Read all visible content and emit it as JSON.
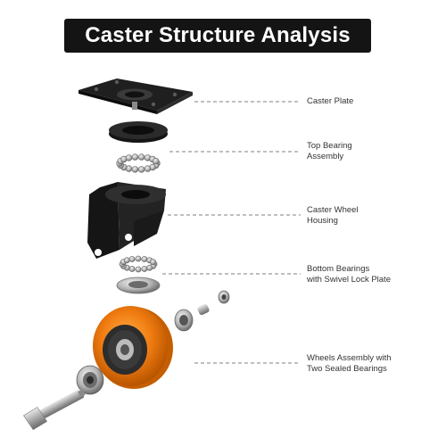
{
  "title": "Caster Structure Analysis",
  "parts": [
    {
      "id": "plate",
      "lines": [
        "Caster Plate"
      ]
    },
    {
      "id": "top-bearing",
      "lines": [
        "Top Bearing",
        "Assembly"
      ]
    },
    {
      "id": "housing",
      "lines": [
        "Caster Wheel",
        "Housing"
      ]
    },
    {
      "id": "bottom-bearing",
      "lines": [
        "Bottom Bearings",
        "with Swivel Lock Plate"
      ]
    },
    {
      "id": "wheel",
      "lines": [
        "Wheels Assembly with",
        "Two Sealed Bearings"
      ]
    }
  ],
  "colors": {
    "title_bg": "#141414",
    "wheel_orange": "#f07c10",
    "metal": "#b9b9b9",
    "black_part": "#1c1c1c"
  }
}
